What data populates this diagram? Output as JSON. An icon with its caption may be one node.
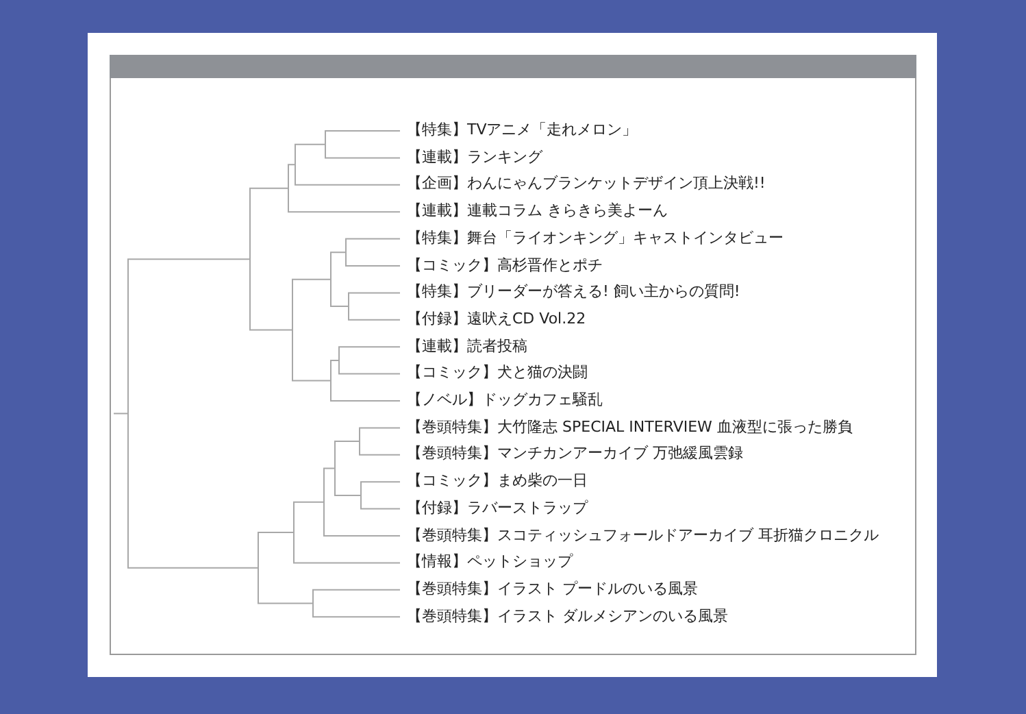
{
  "diagram": {
    "labels": [
      "【特集】TVアニメ「走れメロン」",
      "【連載】ランキング",
      "【企画】わんにゃんブランケットデザイン頂上決戦!!",
      "【連載】連載コラム きらきら美よーん",
      "【特集】舞台「ライオンキング」キャストインタビュー",
      "【コミック】高杉晋作とポチ",
      "【特集】ブリーダーが答える! 飼い主からの質問!",
      "【付録】遠吠えCD Vol.22",
      "【連載】読者投稿",
      "【コミック】犬と猫の決闘",
      "【ノベル】ドッグカフェ騒乱",
      "【巻頭特集】大竹隆志 SPECIAL INTERVIEW 血液型に張った勝負",
      "【巻頭特集】マンチカンアーカイブ 万弛緩風雲録",
      "【コミック】まめ柴の一日",
      "【付録】ラバーストラップ",
      "【巻頭特集】スコティッシュフォールドアーカイブ 耳折猫クロニクル",
      "【情報】ペットショップ",
      "【巻頭特集】イラスト プードルのいる風景",
      "【巻頭特集】イラスト ダルメシアンのいる風景"
    ]
  }
}
